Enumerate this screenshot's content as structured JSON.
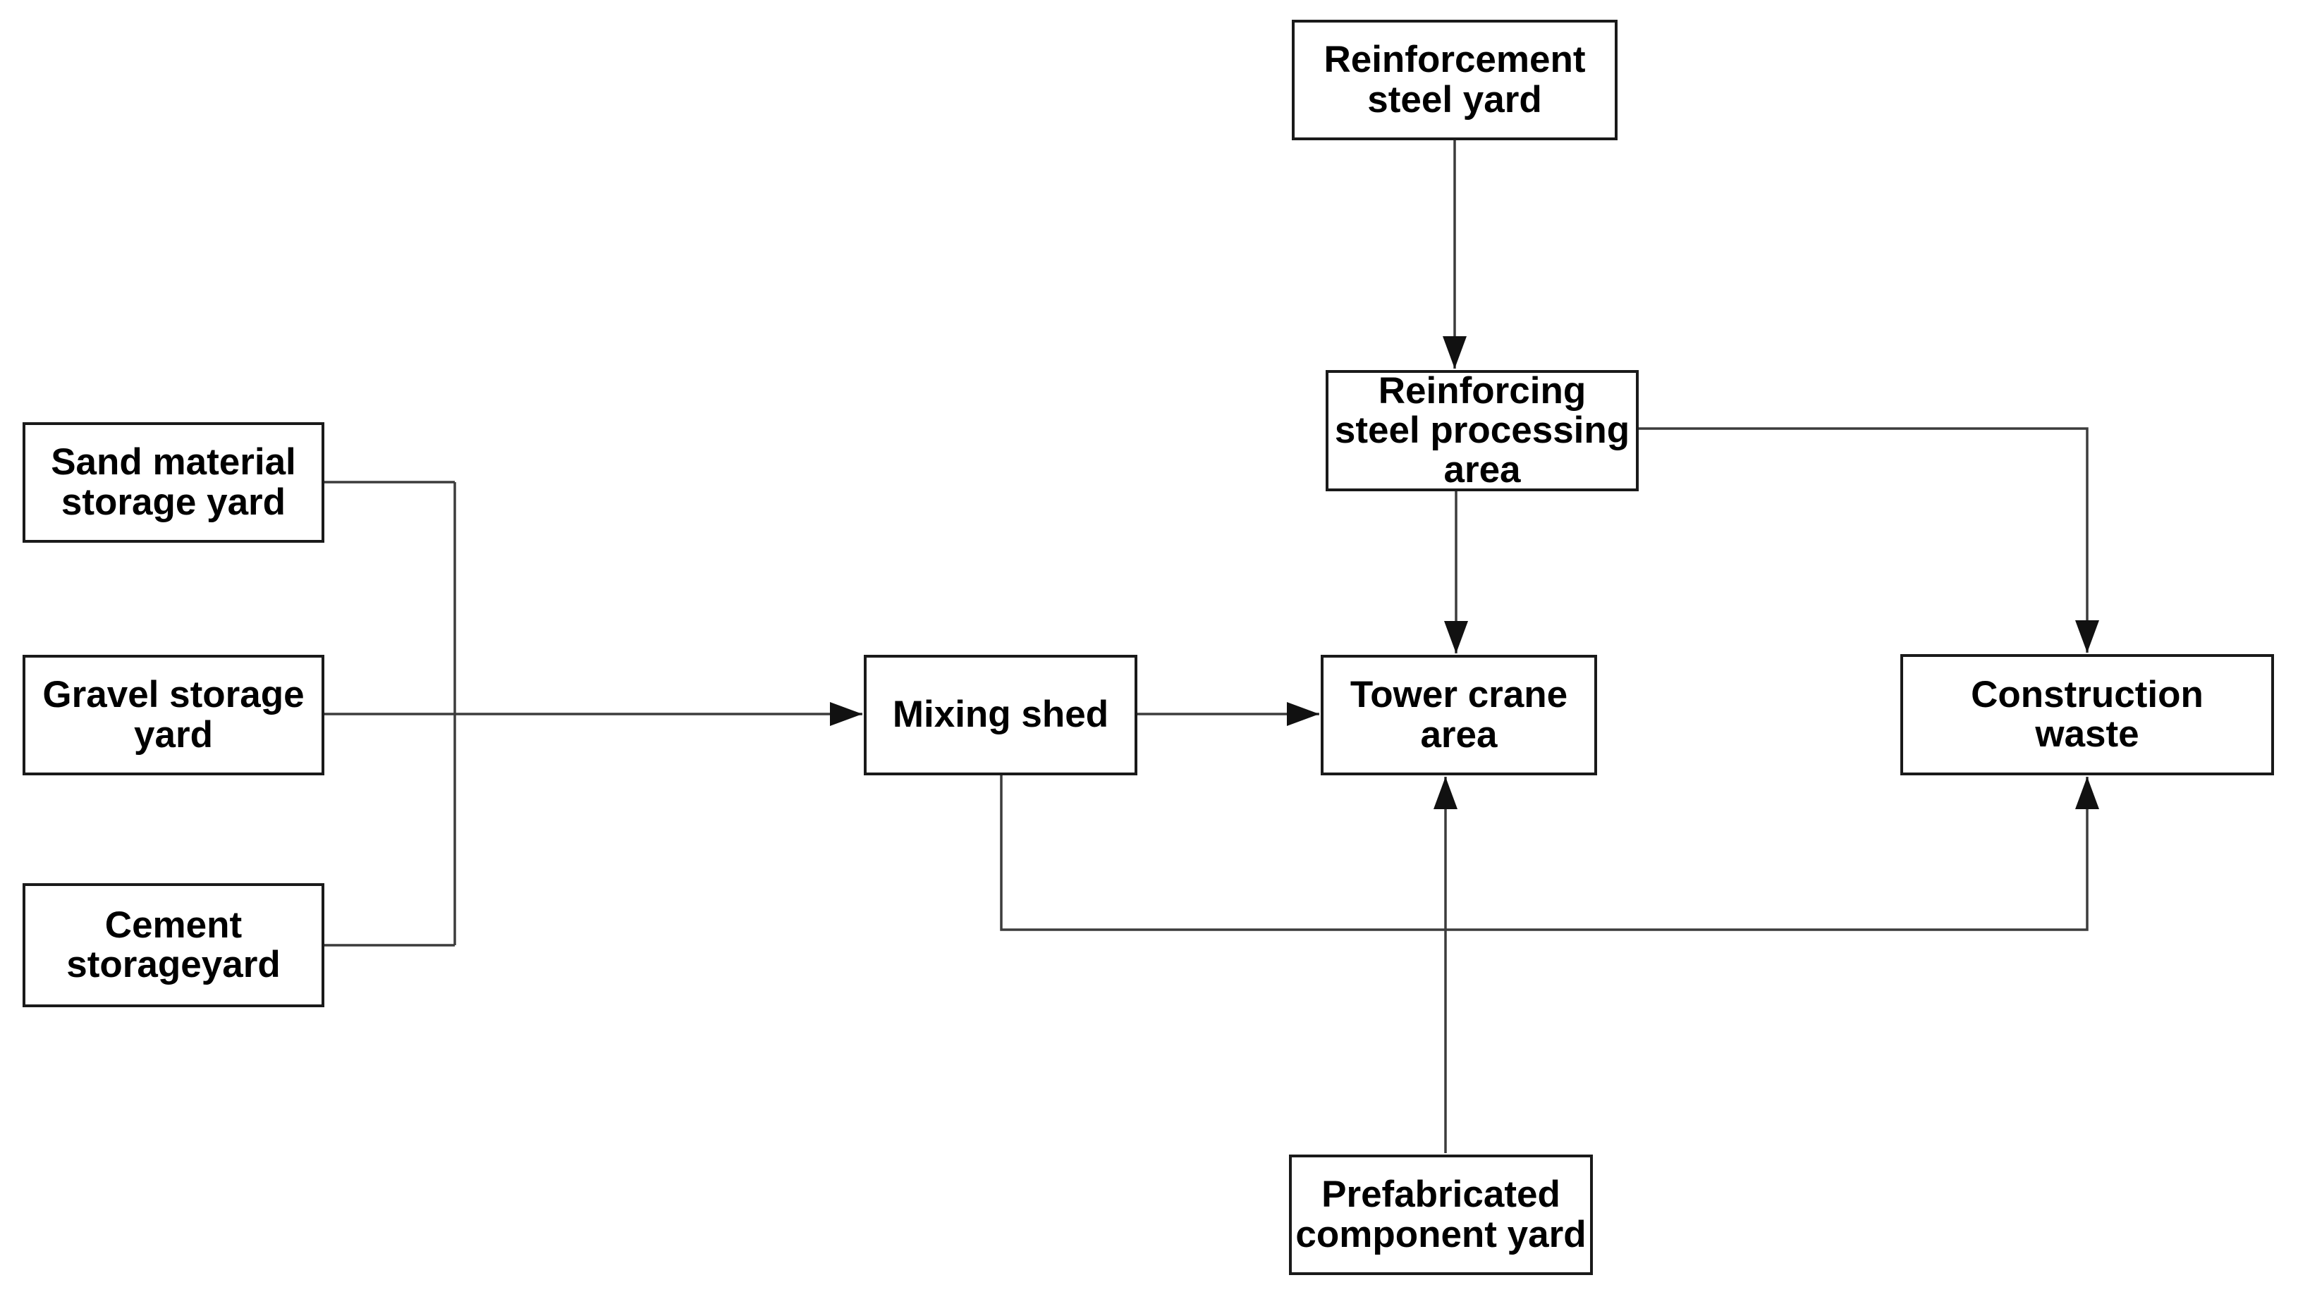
{
  "diagram": {
    "type": "flowchart",
    "nodes": [
      {
        "id": "reinforcement-steel-yard",
        "label": "Reinforcement\nsteel yard"
      },
      {
        "id": "reinforcing-steel-processing-area",
        "label": "Reinforcing\nsteel processing\narea"
      },
      {
        "id": "sand-material-storage-yard",
        "label": "Sand material\nstorage yard"
      },
      {
        "id": "gravel-storage-yard",
        "label": "Gravel storage\nyard"
      },
      {
        "id": "cement-storage-yard",
        "label": "Cement\nstorageyard"
      },
      {
        "id": "mixing-shed",
        "label": "Mixing shed"
      },
      {
        "id": "tower-crane-area",
        "label": "Tower crane\narea"
      },
      {
        "id": "construction-waste",
        "label": "Construction\nwaste"
      },
      {
        "id": "prefabricated-component-yard",
        "label": "Prefabricated\ncomponent yard"
      }
    ],
    "edges": [
      {
        "from": "reinforcement-steel-yard",
        "to": "reinforcing-steel-processing-area",
        "arrow": true
      },
      {
        "from": "reinforcing-steel-processing-area",
        "to": "tower-crane-area",
        "arrow": true
      },
      {
        "from": "reinforcing-steel-processing-area",
        "to": "construction-waste",
        "arrow": true
      },
      {
        "from": "sand-material-storage-yard",
        "to": "mixing-shed",
        "arrow": true,
        "via": "left-merge-spine"
      },
      {
        "from": "gravel-storage-yard",
        "to": "mixing-shed",
        "arrow": true,
        "via": "left-merge-spine"
      },
      {
        "from": "cement-storage-yard",
        "to": "mixing-shed",
        "arrow": true,
        "via": "left-merge-spine"
      },
      {
        "from": "mixing-shed",
        "to": "tower-crane-area",
        "arrow": true
      },
      {
        "from": "mixing-shed",
        "to": "construction-waste",
        "arrow": true,
        "via": "bottom-bypass"
      },
      {
        "from": "prefabricated-component-yard",
        "to": "tower-crane-area",
        "arrow": true
      }
    ]
  },
  "colors": {
    "background": "#ffffff",
    "box_border": "#1a1a1a",
    "line": "#3c3c3c",
    "arrowhead": "#111111",
    "text": "#000000"
  }
}
